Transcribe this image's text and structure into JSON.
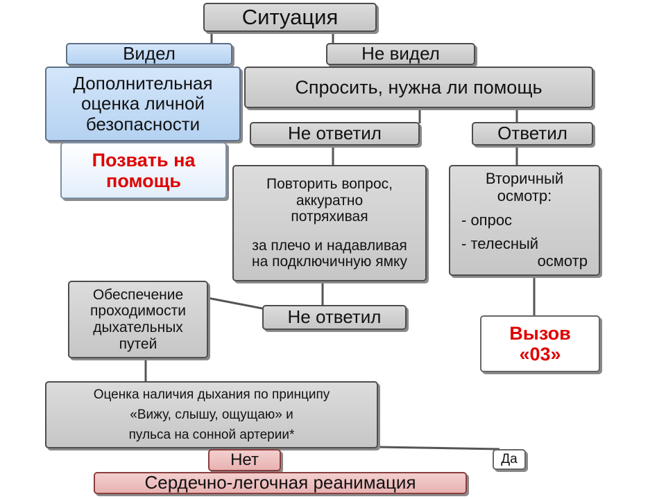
{
  "nodes": {
    "situation": "Ситуация",
    "saw": "Видел",
    "not_saw": "Не видел",
    "extra_check": [
      "Дополнительная",
      "оценка личной",
      "безопасности"
    ],
    "ask_help": "Спросить, нужна ли помощь",
    "no_answer_1": "Не ответил",
    "answered": "Ответил",
    "call_help": [
      "Позвать на",
      "помощь"
    ],
    "repeat_question": [
      "Повторить вопрос,",
      "аккуратно",
      "потряхивая",
      "за плечо и надавливая",
      "на подключичную ямку"
    ],
    "secondary_exam": [
      "Вторичный",
      "осмотр:",
      "- опрос",
      "- телесный",
      "осмотр"
    ],
    "airway": [
      "Обеспечение",
      "проходимости",
      "дыхательных",
      "путей"
    ],
    "no_answer_2": "Не ответил",
    "call_03": [
      "Вызов",
      "«03»"
    ],
    "breathing_check": [
      "Оценка наличия дыхания по принципу",
      "«Вижу, слышу, ощущаю» и",
      "пульса на сонной артерии*"
    ],
    "no": "Нет",
    "yes": "Да",
    "cpr": "Сердечно-легочная реанимация"
  }
}
